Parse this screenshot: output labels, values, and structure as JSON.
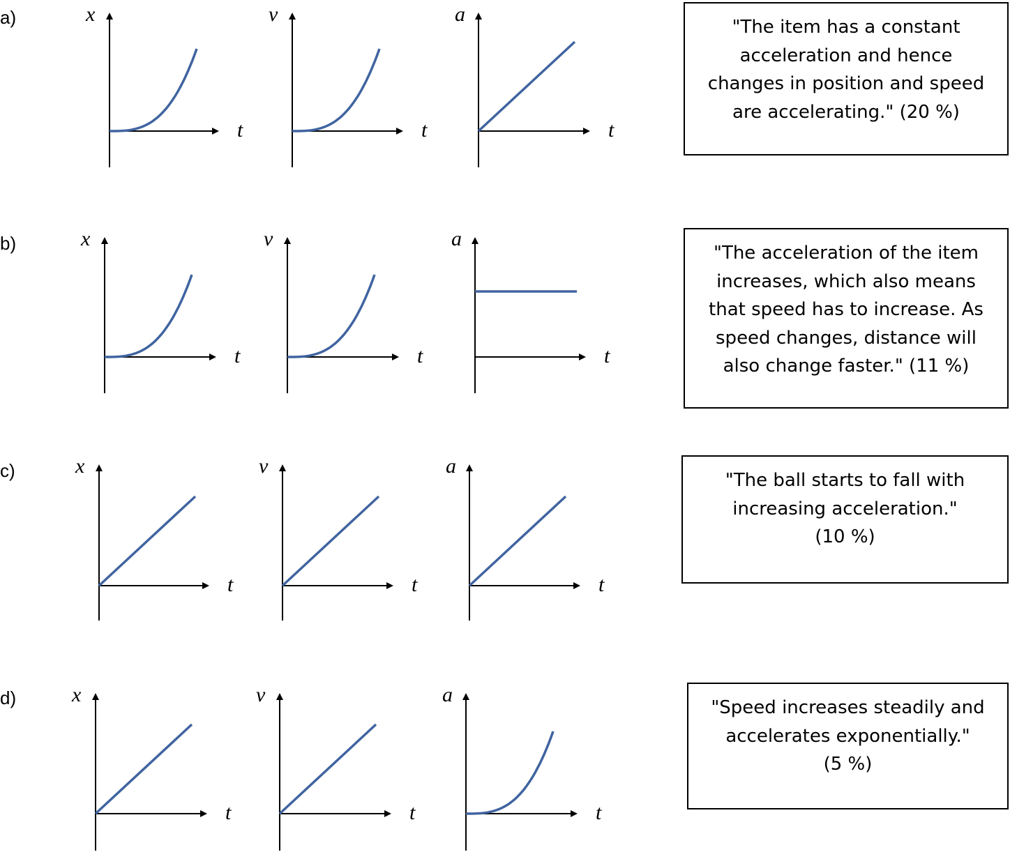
{
  "curve_color": "#4064a0",
  "axis_color": "#000000",
  "rows": [
    {
      "label": "a)",
      "graphs": [
        {
          "y_label": "x",
          "x_label": "t",
          "shape": "parabola"
        },
        {
          "y_label": "v",
          "x_label": "t",
          "shape": "parabola"
        },
        {
          "y_label": "a",
          "x_label": "t",
          "shape": "line"
        }
      ],
      "quote": [
        "\"The item has a constant",
        "acceleration and hence",
        "changes in position and speed",
        "are accelerating.\" (20 %)"
      ]
    },
    {
      "label": "b)",
      "graphs": [
        {
          "y_label": "x",
          "x_label": "t",
          "shape": "parabola"
        },
        {
          "y_label": "v",
          "x_label": "t",
          "shape": "parabola"
        },
        {
          "y_label": "a",
          "x_label": "t",
          "shape": "constant"
        }
      ],
      "quote": [
        "\"The acceleration of the item",
        "increases, which also means",
        "that speed has to increase. As",
        "speed changes, distance will",
        "also change faster.\" (11 %)"
      ]
    },
    {
      "label": "c)",
      "graphs": [
        {
          "y_label": "x",
          "x_label": "t",
          "shape": "line"
        },
        {
          "y_label": "v",
          "x_label": "t",
          "shape": "line"
        },
        {
          "y_label": "a",
          "x_label": "t",
          "shape": "line"
        }
      ],
      "quote": [
        "\"The ball starts to fall with",
        "increasing acceleration.\"",
        "(10 %)"
      ]
    },
    {
      "label": "d)",
      "graphs": [
        {
          "y_label": "x",
          "x_label": "t",
          "shape": "line"
        },
        {
          "y_label": "v",
          "x_label": "t",
          "shape": "line"
        },
        {
          "y_label": "a",
          "x_label": "t",
          "shape": "parabola"
        }
      ],
      "quote": [
        "\"Speed increases steadily and",
        "accelerates exponentially.\"",
        "(5 %)"
      ]
    }
  ]
}
